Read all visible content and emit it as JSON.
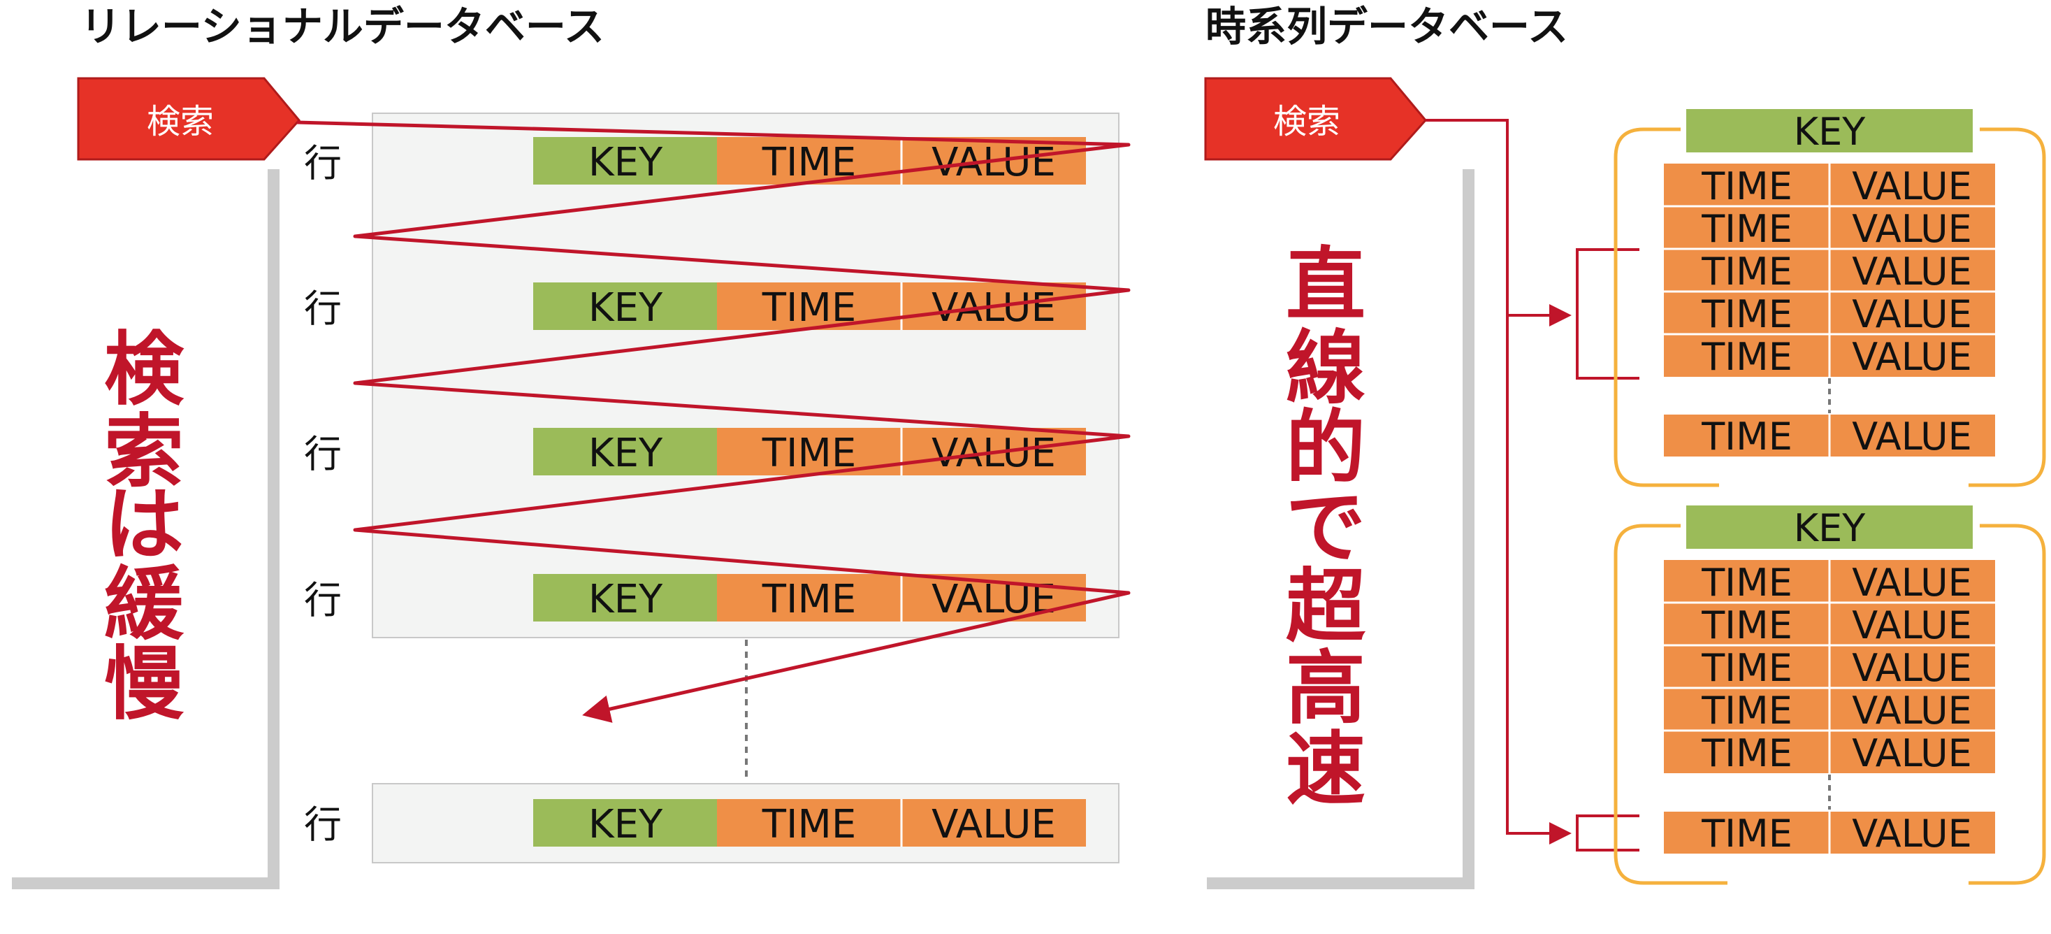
{
  "colors": {
    "key": "#9bbb59",
    "cell": "#ef8f47",
    "accent": "#c0152a",
    "tag": "#e63227",
    "bracket": "#f5b13d",
    "wall": "#cccccc"
  },
  "left": {
    "title": "リレーショナルデータベース",
    "search_tag": "検索",
    "row_label": "行",
    "key_label": "KEY",
    "time_label": "TIME",
    "value_label": "VALUE",
    "slogan": [
      "検",
      "索",
      "は",
      "緩",
      "慢"
    ]
  },
  "right": {
    "title": "時系列データベース",
    "search_tag": "検索",
    "key_label": "KEY",
    "time_label": "TIME",
    "value_label": "VALUE",
    "slogan": [
      "直",
      "線",
      "的",
      "で",
      "超",
      "高",
      "速"
    ]
  }
}
